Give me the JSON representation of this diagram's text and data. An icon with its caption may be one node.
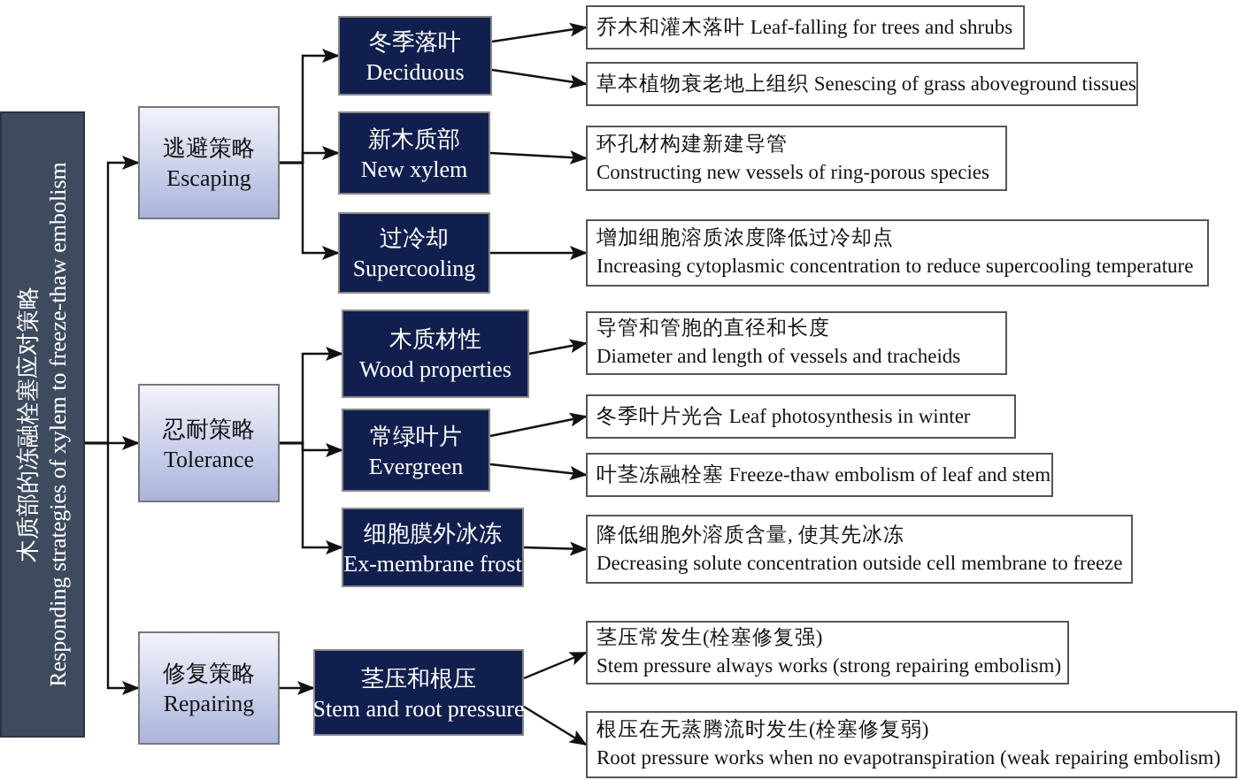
{
  "diagram": {
    "nodes": [
      {
        "text": [
          "木质部的冻融栓塞应对策略",
          "Responding strategies of xylem to freeze-thaw embolism"
        ]
      },
      {
        "text": [
          "逃避策略",
          "Escaping"
        ]
      },
      {
        "text": [
          "冬季落叶",
          "Deciduous"
        ]
      },
      {
        "text": [
          "乔木和灌木落叶 Leaf-falling for trees and shrubs"
        ]
      },
      {
        "text": [
          "草本植物衰老地上组织 Senescing of grass aboveground tissues"
        ]
      },
      {
        "text": [
          "新木质部",
          "New xylem"
        ]
      },
      {
        "text": [
          "环孔材构建新建导管",
          "Constructing new vessels of ring-porous species"
        ]
      },
      {
        "text": [
          "过冷却",
          "Supercooling"
        ]
      },
      {
        "text": [
          "增加细胞溶质浓度降低过冷却点",
          "Increasing cytoplasmic concentration to reduce supercooling temperature"
        ]
      },
      {
        "text": [
          "忍耐策略",
          "Tolerance"
        ]
      },
      {
        "text": [
          "木质材性",
          "Wood properties"
        ]
      },
      {
        "text": [
          "导管和管胞的直径和长度",
          "Diameter and length of vessels and tracheids"
        ]
      },
      {
        "text": [
          "常绿叶片",
          "Evergreen"
        ]
      },
      {
        "text": [
          "冬季叶片光合 Leaf photosynthesis in winter"
        ]
      },
      {
        "text": [
          "叶茎冻融栓塞 Freeze-thaw embolism of leaf and stem"
        ]
      },
      {
        "text": [
          "细胞膜外冰冻",
          "Ex-membrane frost"
        ]
      },
      {
        "text": [
          "降低细胞外溶质含量, 使其先冰冻",
          "Decreasing solute concentration outside cell membrane to freeze"
        ]
      },
      {
        "text": [
          "修复策略",
          "Repairing"
        ]
      },
      {
        "text": [
          "茎压和根压",
          "Stem and root pressure"
        ]
      },
      {
        "text": [
          "茎压常发生(栓塞修复强)",
          "Stem pressure always works (strong repairing embolism)"
        ]
      },
      {
        "text": [
          "根压在无蒸腾流时发生(栓塞修复弱)",
          "Root pressure works when no evapotranspiration (weak repairing embolism)"
        ]
      }
    ],
    "edges": [
      {
        "from": 0,
        "to": 1,
        "arrow": "to"
      },
      {
        "from": 0,
        "to": 9,
        "arrow": "to"
      },
      {
        "from": 0,
        "to": 17,
        "arrow": "to"
      },
      {
        "from": 1,
        "to": 2,
        "arrow": "to"
      },
      {
        "from": 1,
        "to": 5,
        "arrow": "to"
      },
      {
        "from": 1,
        "to": 7,
        "arrow": "to"
      },
      {
        "from": 9,
        "to": 10,
        "arrow": "to"
      },
      {
        "from": 9,
        "to": 12,
        "arrow": "to"
      },
      {
        "from": 9,
        "to": 15,
        "arrow": "to"
      },
      {
        "from": 17,
        "to": 18,
        "arrow": "to"
      },
      {
        "from": 2,
        "to": 3,
        "arrow": "to"
      },
      {
        "from": 2,
        "to": 4,
        "arrow": "to"
      },
      {
        "from": 5,
        "to": 6,
        "arrow": "to"
      },
      {
        "from": 7,
        "to": 8,
        "arrow": "to"
      },
      {
        "from": 10,
        "to": 11,
        "arrow": "to"
      },
      {
        "from": 12,
        "to": 13,
        "arrow": "to"
      },
      {
        "from": 12,
        "to": 14,
        "arrow": "to"
      },
      {
        "from": 15,
        "to": 16,
        "arrow": "to"
      },
      {
        "from": 18,
        "to": 19,
        "arrow": "to"
      },
      {
        "from": 18,
        "to": 20,
        "arrow": "to"
      }
    ]
  }
}
